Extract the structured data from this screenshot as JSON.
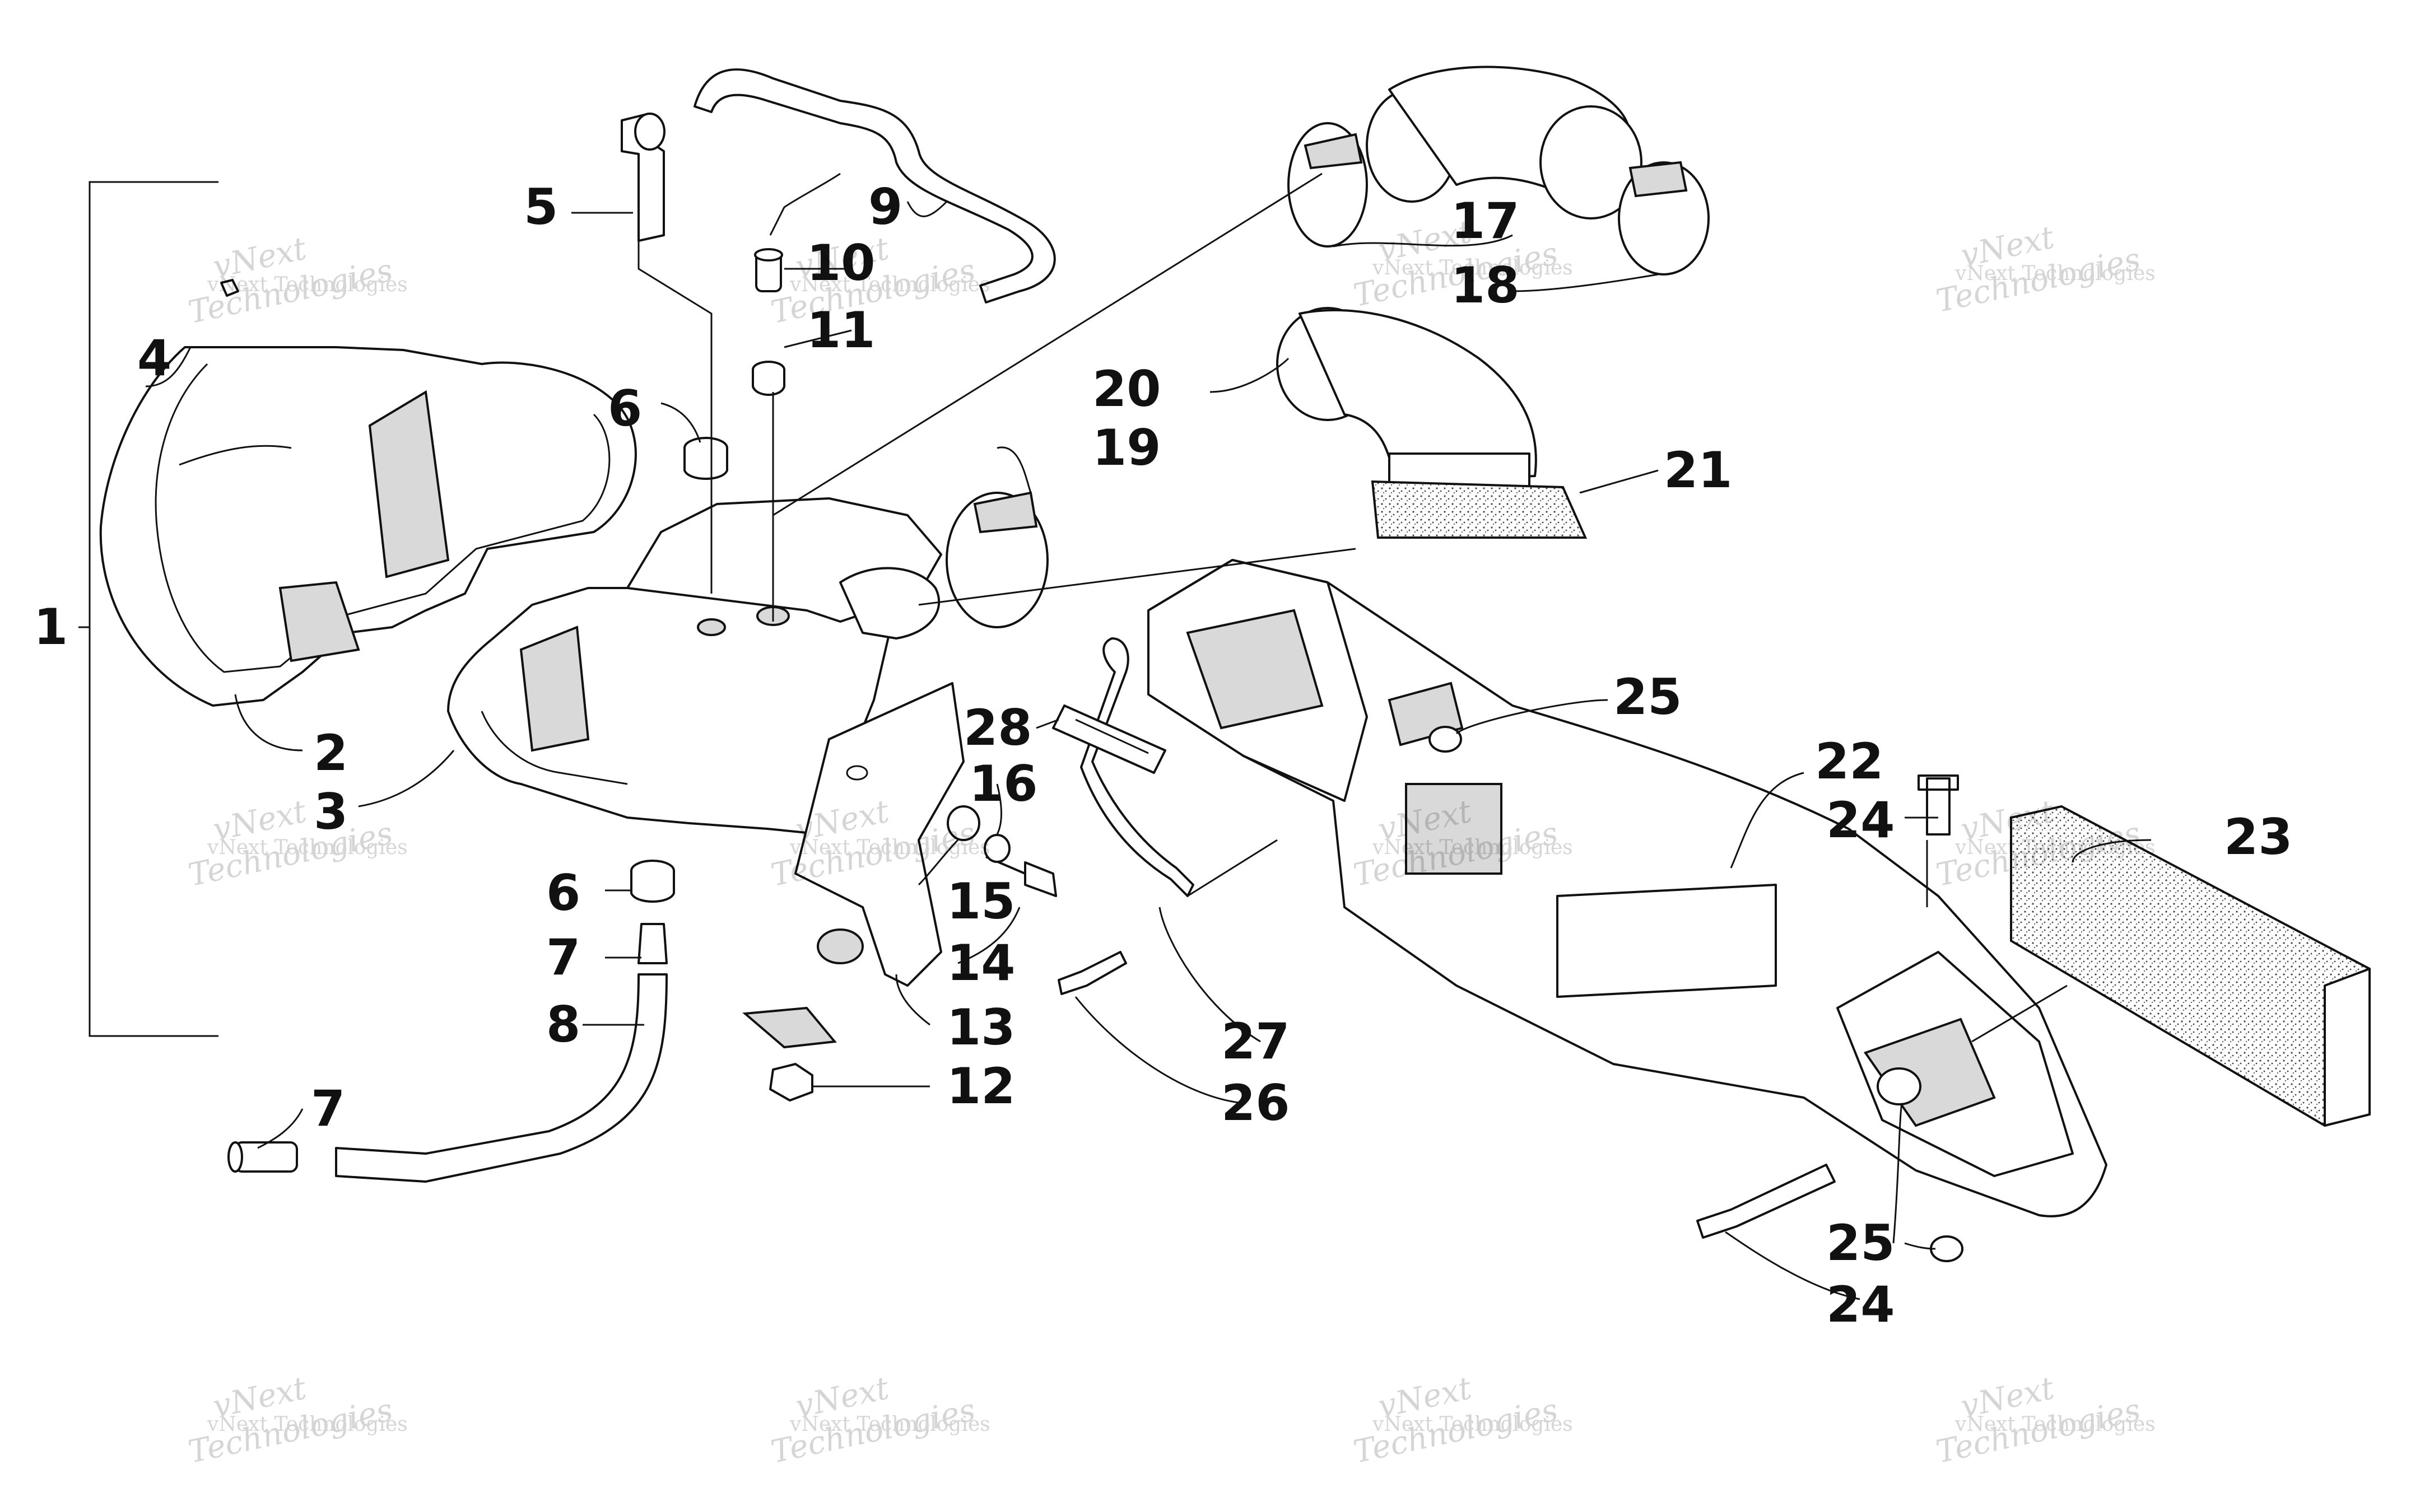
{
  "callouts": [
    {
      "label": "1"
    },
    {
      "label": "2"
    },
    {
      "label": "3"
    },
    {
      "label": "4"
    },
    {
      "label": "5"
    },
    {
      "label": "6"
    },
    {
      "label": "6"
    },
    {
      "label": "7"
    },
    {
      "label": "7"
    },
    {
      "label": "8"
    },
    {
      "label": "9"
    },
    {
      "label": "10"
    },
    {
      "label": "11"
    },
    {
      "label": "12"
    },
    {
      "label": "13"
    },
    {
      "label": "14"
    },
    {
      "label": "15"
    },
    {
      "label": "16"
    },
    {
      "label": "17"
    },
    {
      "label": "18"
    },
    {
      "label": "19"
    },
    {
      "label": "20"
    },
    {
      "label": "21"
    },
    {
      "label": "22"
    },
    {
      "label": "23"
    },
    {
      "label": "24"
    },
    {
      "label": "24"
    },
    {
      "label": "25"
    },
    {
      "label": "25"
    },
    {
      "label": "26"
    },
    {
      "label": "27"
    },
    {
      "label": "28"
    }
  ],
  "watermark": {
    "line1": "vNext Technologies",
    "line2": "vNext",
    "line3": "Technologies"
  }
}
